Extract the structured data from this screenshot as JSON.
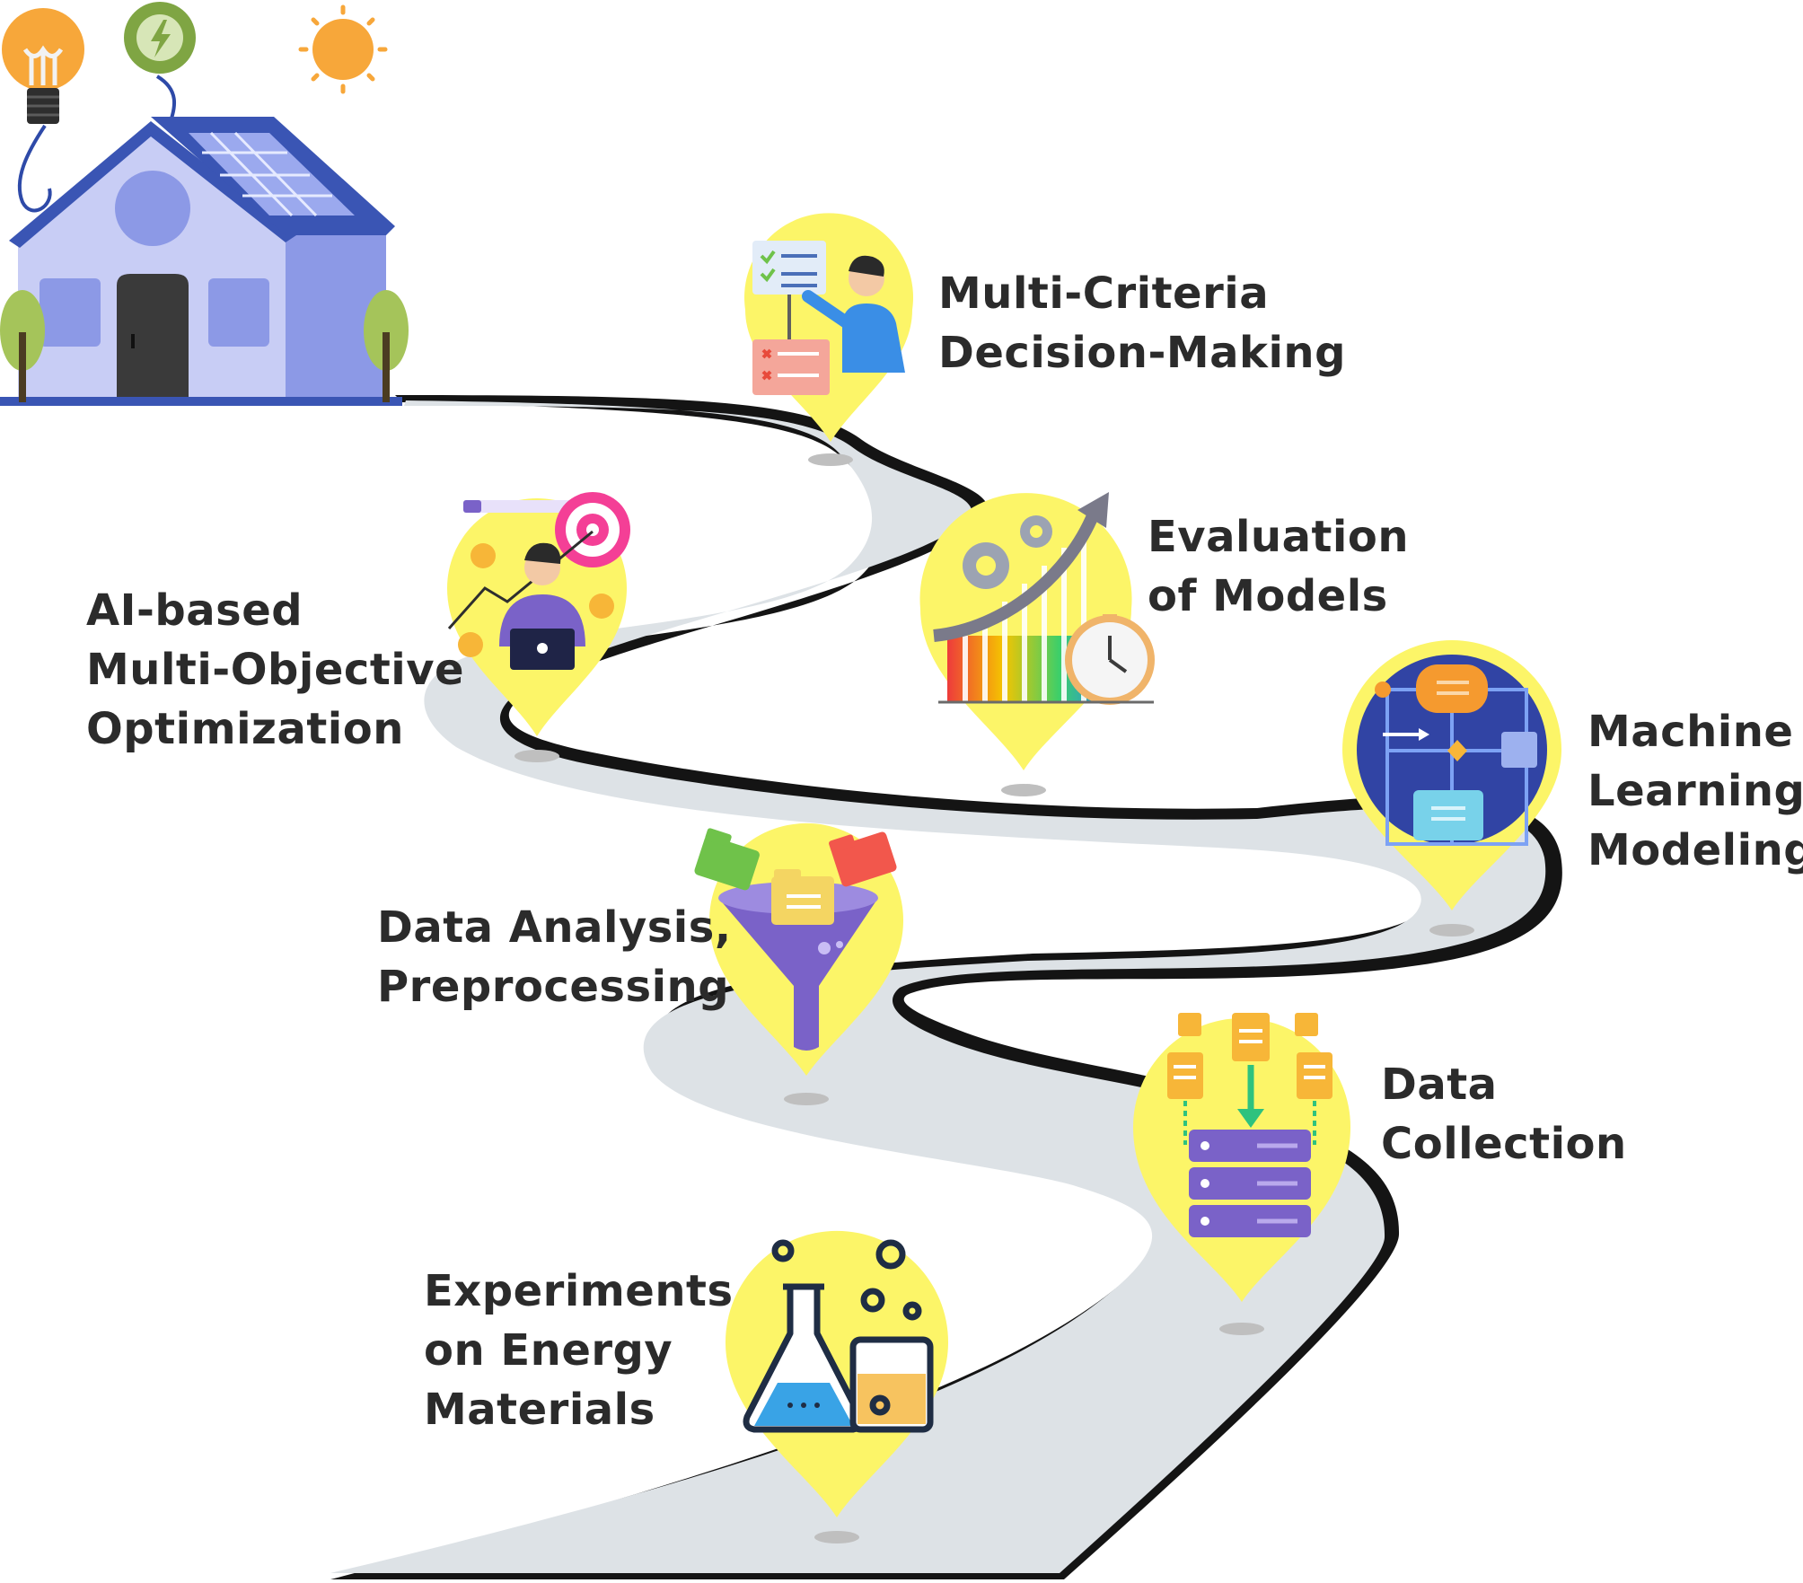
{
  "stages": [
    {
      "id": "experiments",
      "lines": [
        "Experiments",
        "on Energy",
        "Materials"
      ],
      "icon": "flask-beaker-icon"
    },
    {
      "id": "data-collection",
      "lines": [
        "Data",
        "Collection"
      ],
      "icon": "database-server-icon"
    },
    {
      "id": "data-analysis",
      "lines": [
        "Data Analysis,",
        "Preprocessing"
      ],
      "icon": "funnel-folders-icon"
    },
    {
      "id": "ml-modeling",
      "lines": [
        "Machine",
        "Learning",
        "Modeling"
      ],
      "icon": "flowchart-icon"
    },
    {
      "id": "evaluation",
      "lines": [
        "Evaluation",
        "of Models"
      ],
      "icon": "growth-chart-gears-icon"
    },
    {
      "id": "ai-optimization",
      "lines": [
        "AI-based",
        "Multi-Objective",
        "Optimization"
      ],
      "icon": "target-laptop-person-icon"
    },
    {
      "id": "mcdm",
      "lines": [
        "Multi-Criteria",
        "Decision-Making"
      ],
      "icon": "checklist-person-icon"
    }
  ],
  "decorations": [
    "house-solar-icon",
    "light-bulb-icon",
    "energy-bolt-icon",
    "sun-icon",
    "tree-icon"
  ],
  "colors": {
    "road": "#dde2e6",
    "road_edge": "#141414",
    "pin": "#fcf568",
    "house": "#8c99e6",
    "roof": "#3a55b4",
    "text": "#2b2b2b"
  }
}
